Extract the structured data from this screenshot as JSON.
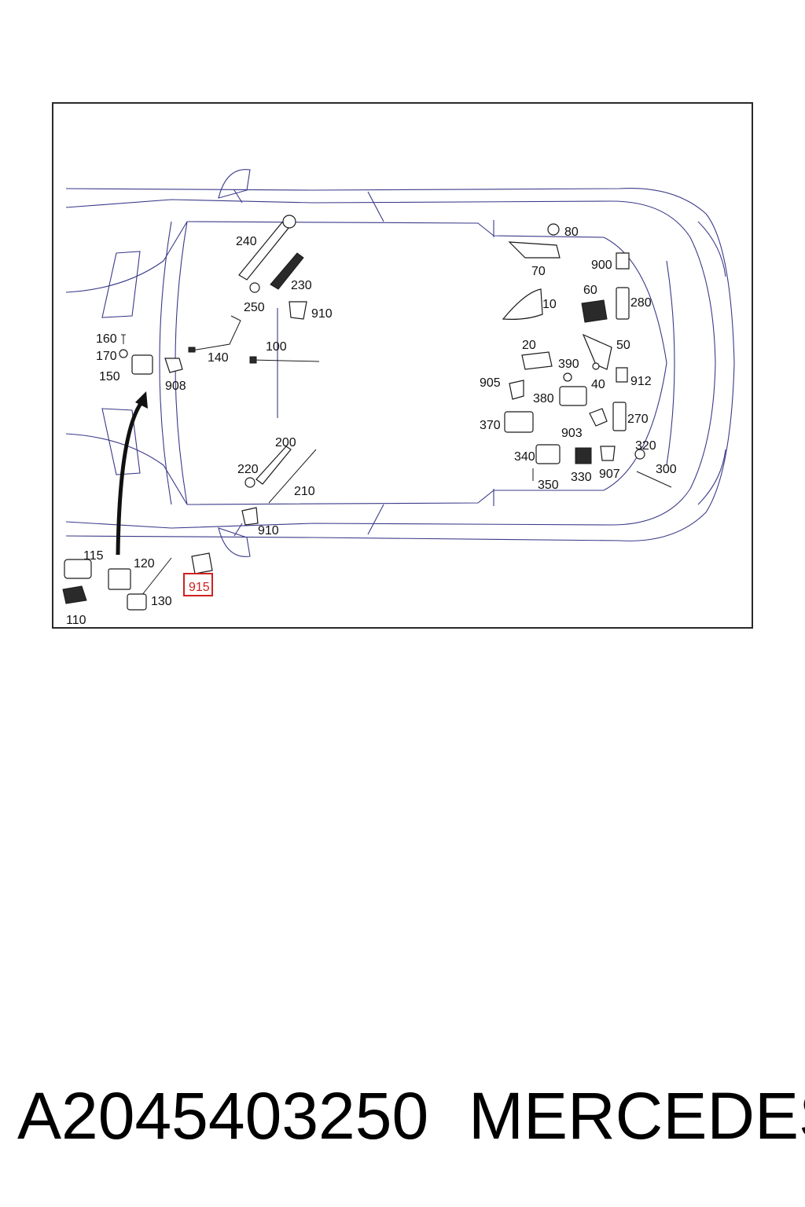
{
  "callouts": {
    "c240": "240",
    "c230": "230",
    "c250": "250",
    "c910a": "910",
    "c160": "160",
    "c170": "170",
    "c150": "150",
    "c908": "908",
    "c140": "140",
    "c100": "100",
    "c80": "80",
    "c70": "70",
    "c900": "900",
    "c60": "60",
    "c10": "10",
    "c280": "280",
    "c20": "20",
    "c50": "50",
    "c390": "390",
    "c40": "40",
    "c905": "905",
    "c912": "912",
    "c380": "380",
    "c903": "903",
    "c270": "270",
    "c370": "370",
    "c340": "340",
    "c320": "320",
    "c330": "330",
    "c907": "907",
    "c300": "300",
    "c350": "350",
    "c200": "200",
    "c220": "220",
    "c210": "210",
    "c910b": "910",
    "c115": "115",
    "c120": "120",
    "c130": "130",
    "c110": "110",
    "c915": "915"
  },
  "highlight_color": "#d02020",
  "footer": {
    "part_number": "A2045403250",
    "brand": "MERCEDES"
  }
}
